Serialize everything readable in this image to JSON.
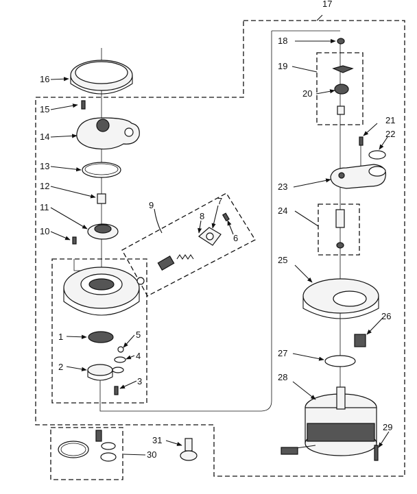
{
  "diagram": {
    "part_numbers": [
      "1",
      "2",
      "3",
      "4",
      "5",
      "6",
      "7",
      "8",
      "9",
      "10",
      "11",
      "12",
      "13",
      "14",
      "15",
      "16",
      "17",
      "18",
      "19",
      "20",
      "21",
      "22",
      "23",
      "24",
      "25",
      "26",
      "27",
      "28",
      "29",
      "30",
      "31"
    ]
  }
}
